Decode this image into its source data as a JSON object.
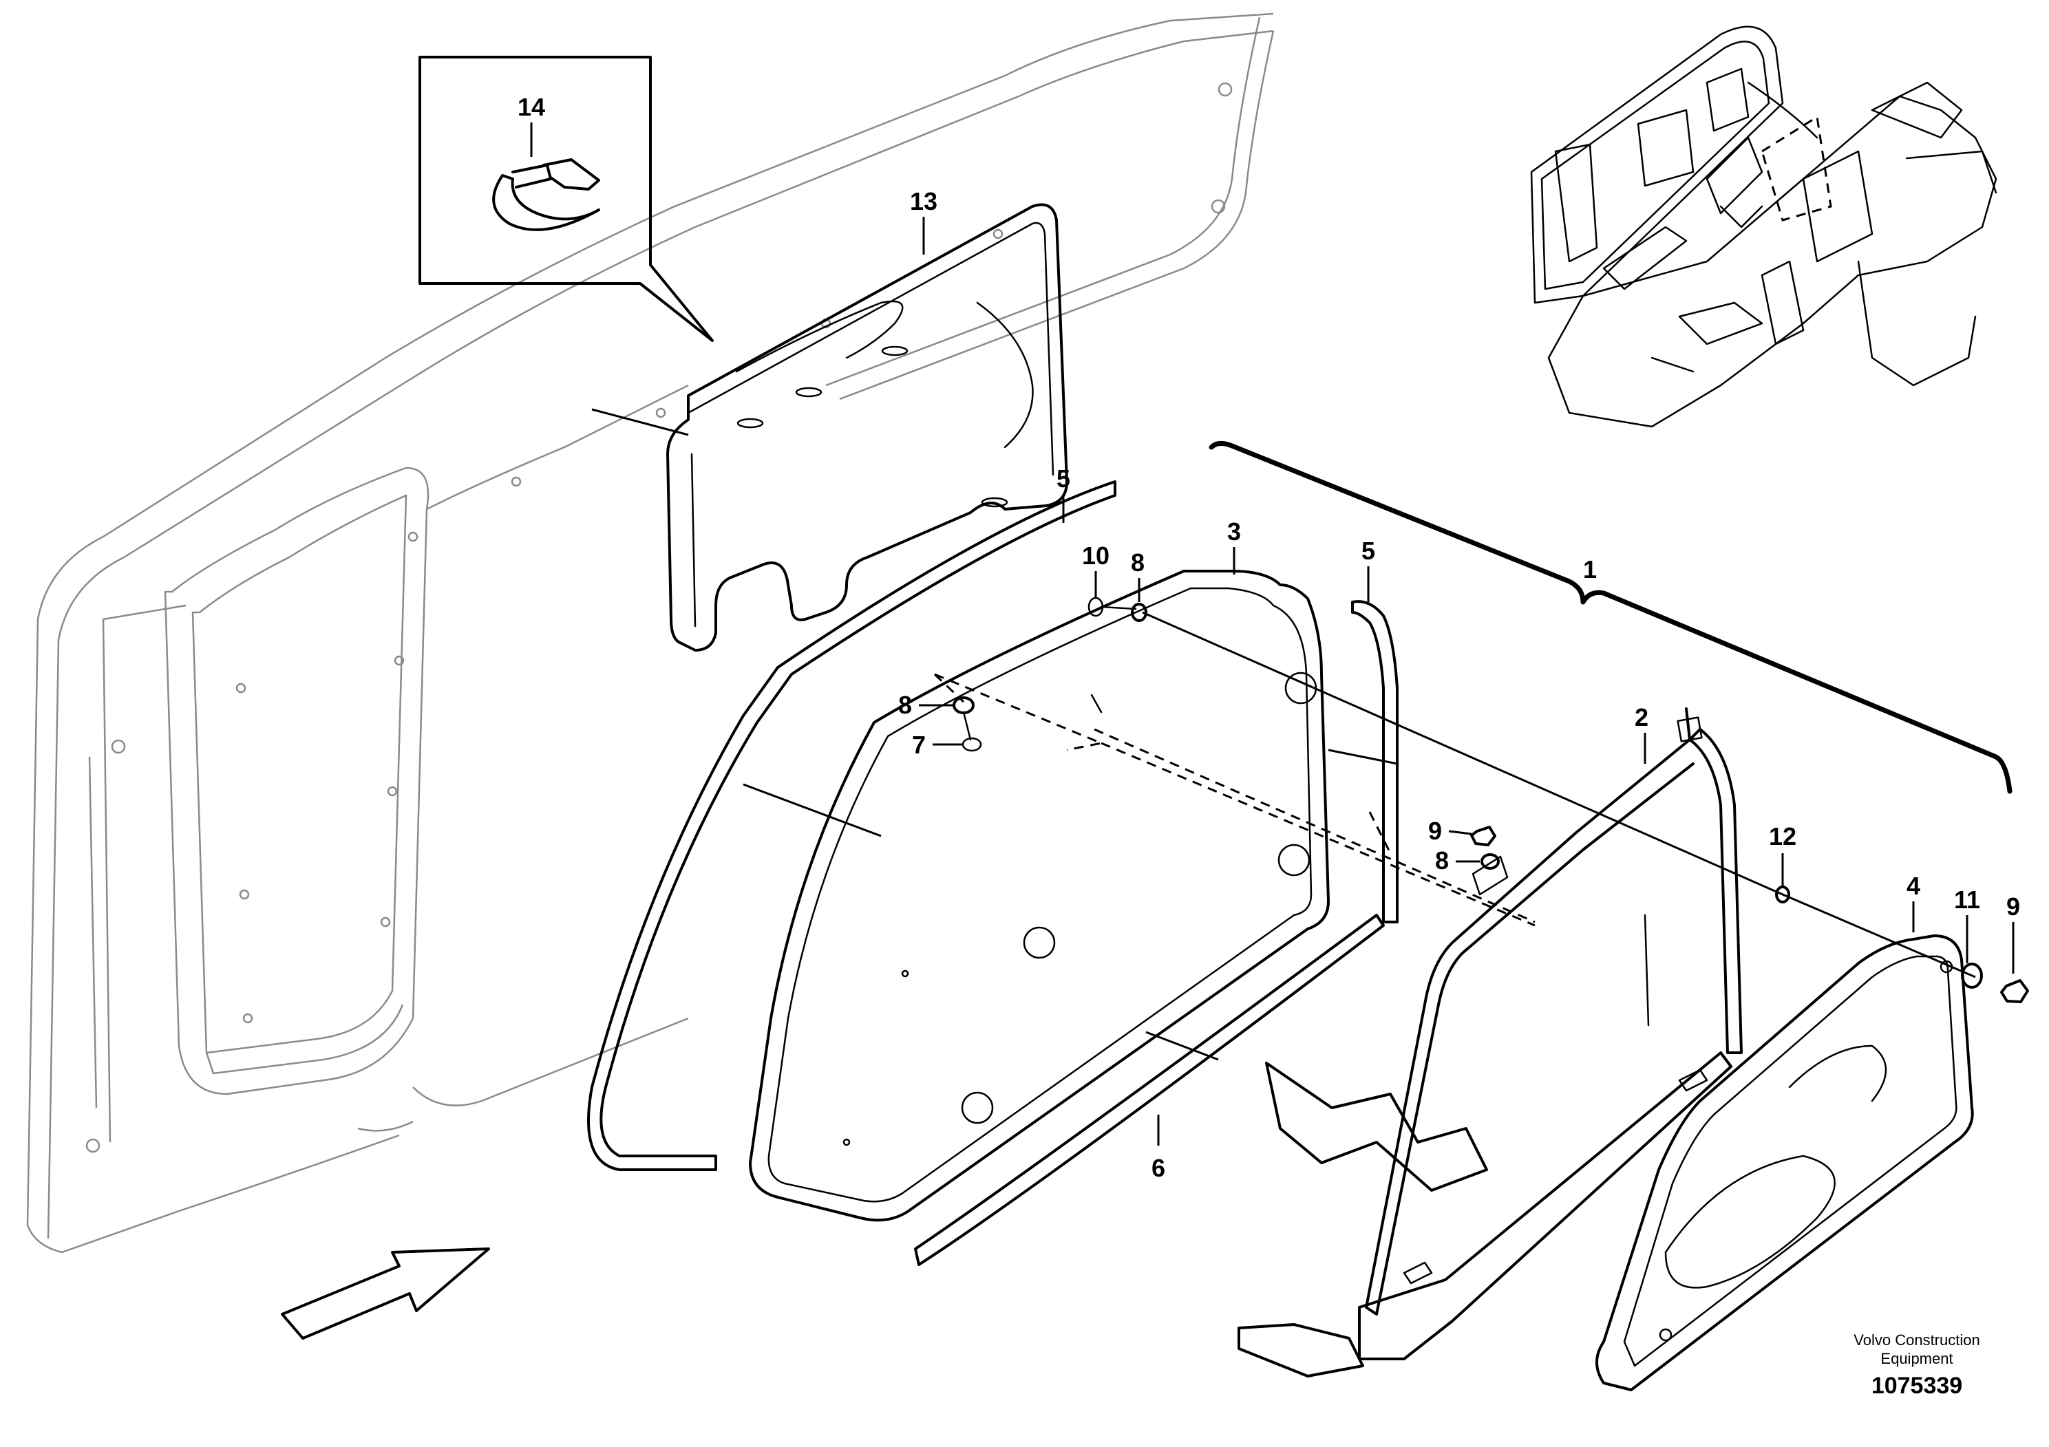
{
  "callouts": {
    "c1": "1",
    "c2": "2",
    "c3": "3",
    "c4": "4",
    "c5a": "5",
    "c5b": "5",
    "c6": "6",
    "c7": "7",
    "c8a": "8",
    "c8b": "8",
    "c8c": "8",
    "c9a": "9",
    "c9b": "9",
    "c10": "10",
    "c11": "11",
    "c12": "12",
    "c13": "13",
    "c14": "14"
  },
  "footer": {
    "brand_line1": "Volvo Construction",
    "brand_line2": "Equipment",
    "drawing_number": "1075339"
  }
}
